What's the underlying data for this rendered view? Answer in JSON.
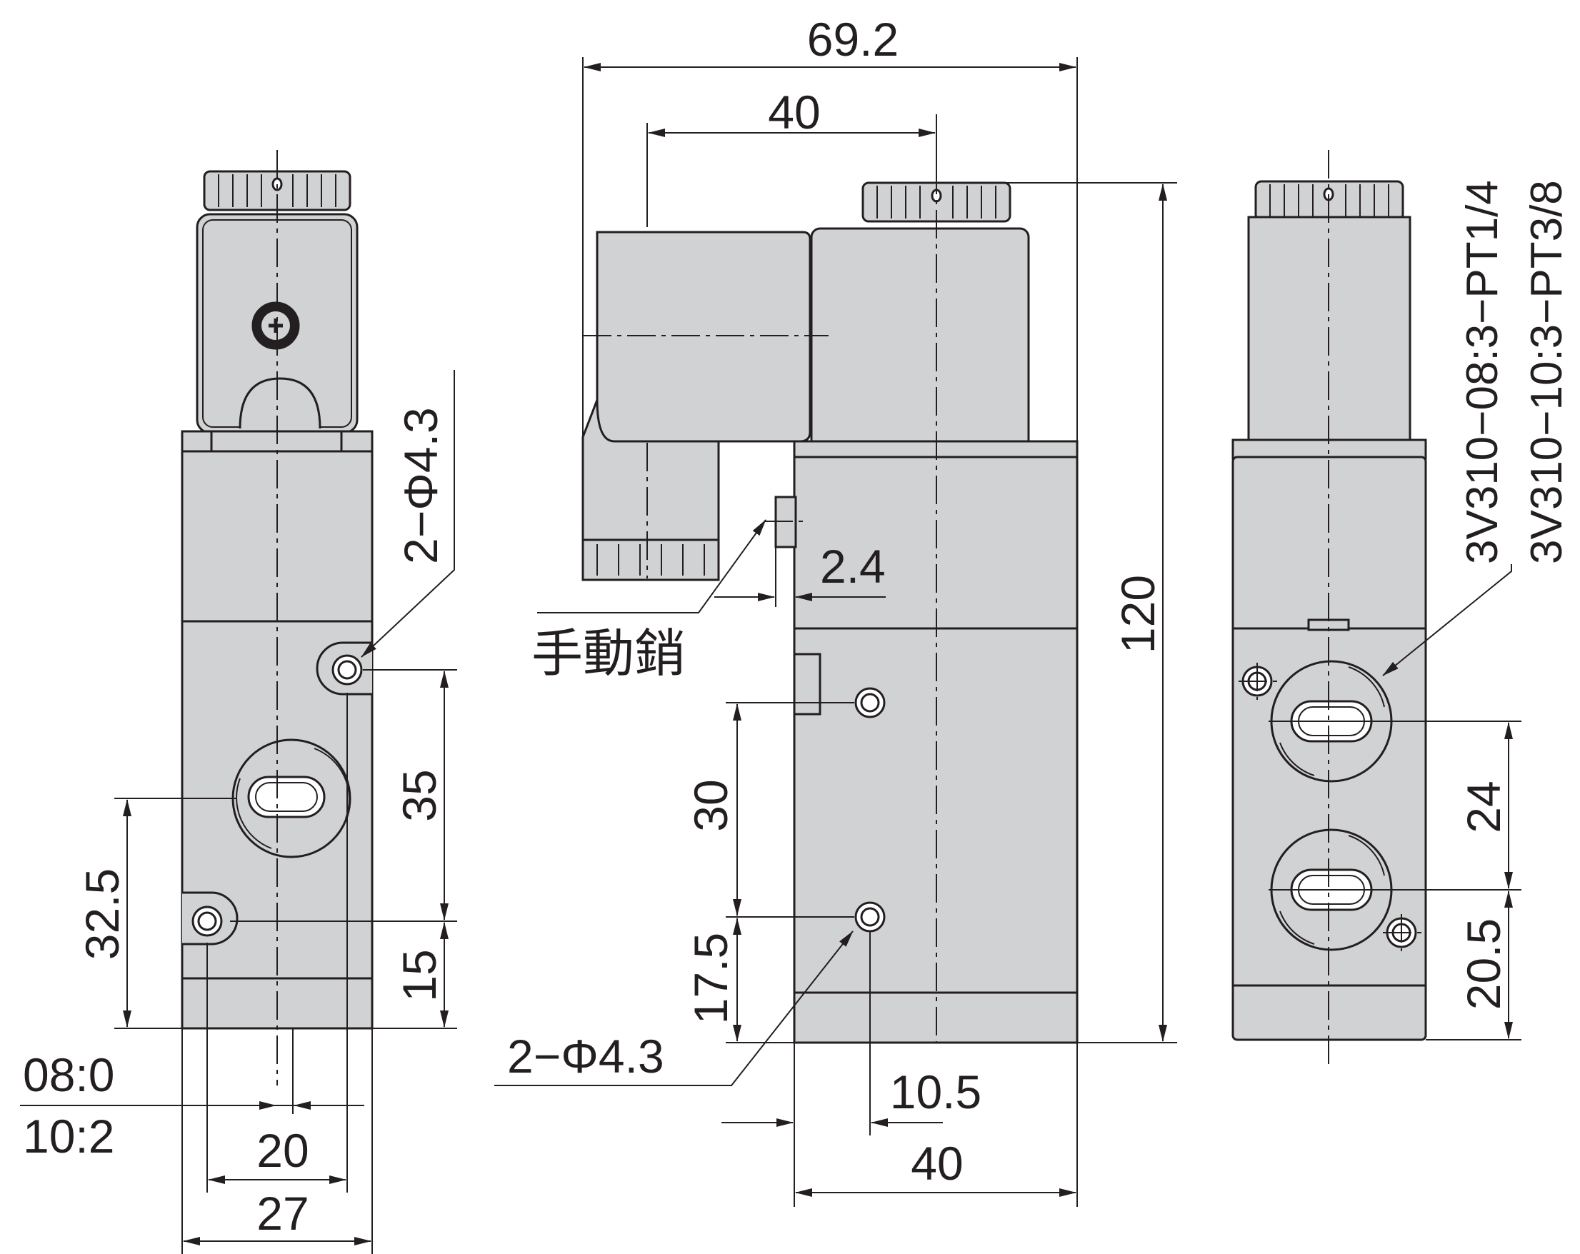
{
  "colors": {
    "body": "#d1d2d4",
    "line": "#231f20",
    "background": "#ffffff"
  },
  "left_view": {
    "hole_label": "2−Φ4.3",
    "dim_35": "35",
    "dim_15": "15",
    "dim_32_5": "32.5",
    "offset_08": "08:0",
    "offset_10": "10:2",
    "dim_20": "20",
    "dim_27": "27"
  },
  "center_view": {
    "dim_69_2": "69.2",
    "dim_40_top": "40",
    "dim_2_4": "2.4",
    "manual_pin": "手動銷",
    "dim_120": "120",
    "dim_30": "30",
    "dim_17_5": "17.5",
    "hole_label": "2−Φ4.3",
    "dim_10_5": "10.5",
    "dim_40_bottom": "40"
  },
  "right_view": {
    "model_1": "3V310−08:3−PT1/4",
    "model_2": "3V310−10:3−PT3/8",
    "dim_24": "24",
    "dim_20_5": "20.5"
  }
}
